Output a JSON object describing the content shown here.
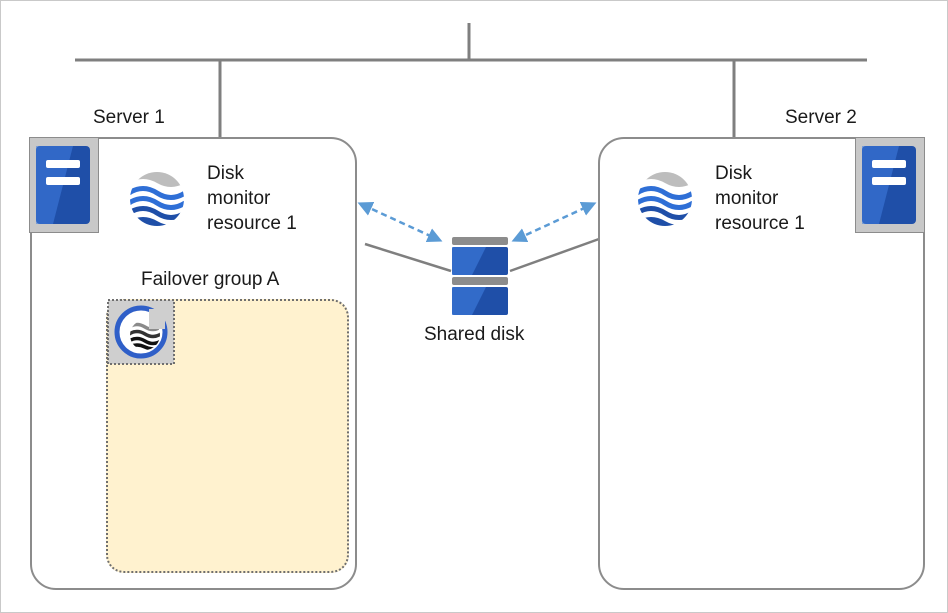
{
  "network": {
    "name": "network-bus"
  },
  "servers": [
    {
      "id": "server1",
      "label": "Server 1",
      "monitor_label_lines": [
        "Disk",
        "monitor",
        "resource 1"
      ]
    },
    {
      "id": "server2",
      "label": "Server 2",
      "monitor_label_lines": [
        "Disk",
        "monitor",
        "resource 1"
      ]
    }
  ],
  "failover_group": {
    "label": "Failover group A",
    "icon": "group-resource-icon"
  },
  "shared_disk": {
    "label": "Shared disk",
    "icon": "shared-disk-icon"
  },
  "colors": {
    "line": "#7f7f7f",
    "server_blue": "#1f4fa8",
    "server_blue_light": "#3f7ee0",
    "monitor_wave": "#2f6fd6",
    "group_fill": "#fff2cf",
    "arrow": "#5b9bd5"
  },
  "icons": [
    "server-icon",
    "disk-monitor-icon",
    "group-resource-icon",
    "shared-disk-icon",
    "bidirectional-arrow-icon"
  ]
}
